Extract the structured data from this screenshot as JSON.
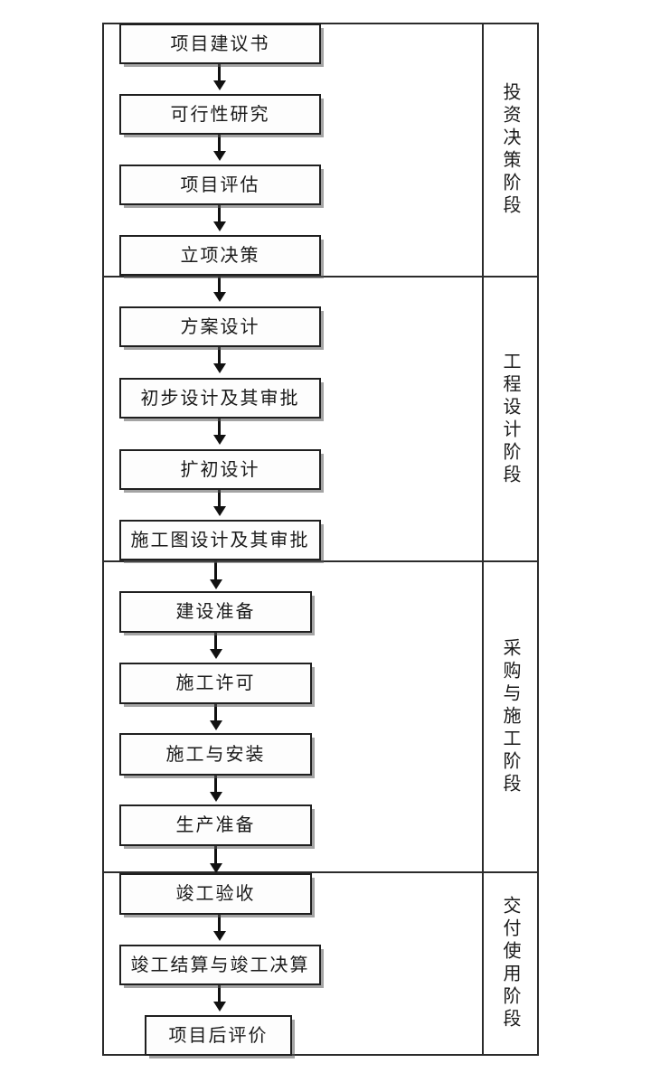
{
  "diagram": {
    "type": "flowchart",
    "orientation": "vertical",
    "title": "",
    "colors": {
      "box_fill": "#fdfdfd",
      "box_border": "#1f1f1f",
      "arrow": "#111111",
      "frame": "#2b2b2b",
      "text": "#1a1a1a",
      "background": "#ffffff"
    }
  },
  "phases": [
    {
      "id": "phase-1",
      "label": "投资决策阶段"
    },
    {
      "id": "phase-2",
      "label": "工程设计阶段"
    },
    {
      "id": "phase-3",
      "label": "采购与施工阶段"
    },
    {
      "id": "phase-4",
      "label": "交付使用阶段"
    }
  ],
  "nodes": [
    {
      "id": "n1",
      "label": "项目建议书",
      "phase": "phase-1"
    },
    {
      "id": "n2",
      "label": "可行性研究",
      "phase": "phase-1"
    },
    {
      "id": "n3",
      "label": "项目评估",
      "phase": "phase-1"
    },
    {
      "id": "n4",
      "label": "立项决策",
      "phase": "phase-1"
    },
    {
      "id": "n5",
      "label": "方案设计",
      "phase": "phase-2"
    },
    {
      "id": "n6",
      "label": "初步设计及其审批",
      "phase": "phase-2"
    },
    {
      "id": "n7",
      "label": "扩初设计",
      "phase": "phase-2"
    },
    {
      "id": "n8",
      "label": "施工图设计及其审批",
      "phase": "phase-2"
    },
    {
      "id": "n9",
      "label": "建设准备",
      "phase": "phase-3"
    },
    {
      "id": "n10",
      "label": "施工许可",
      "phase": "phase-3"
    },
    {
      "id": "n11",
      "label": "施工与安装",
      "phase": "phase-3"
    },
    {
      "id": "n12",
      "label": "生产准备",
      "phase": "phase-3"
    },
    {
      "id": "n13",
      "label": "竣工验收",
      "phase": "phase-4"
    },
    {
      "id": "n14",
      "label": "竣工结算与竣工决算",
      "phase": "phase-4"
    },
    {
      "id": "n15",
      "label": "项目后评价",
      "phase": "phase-4"
    }
  ]
}
